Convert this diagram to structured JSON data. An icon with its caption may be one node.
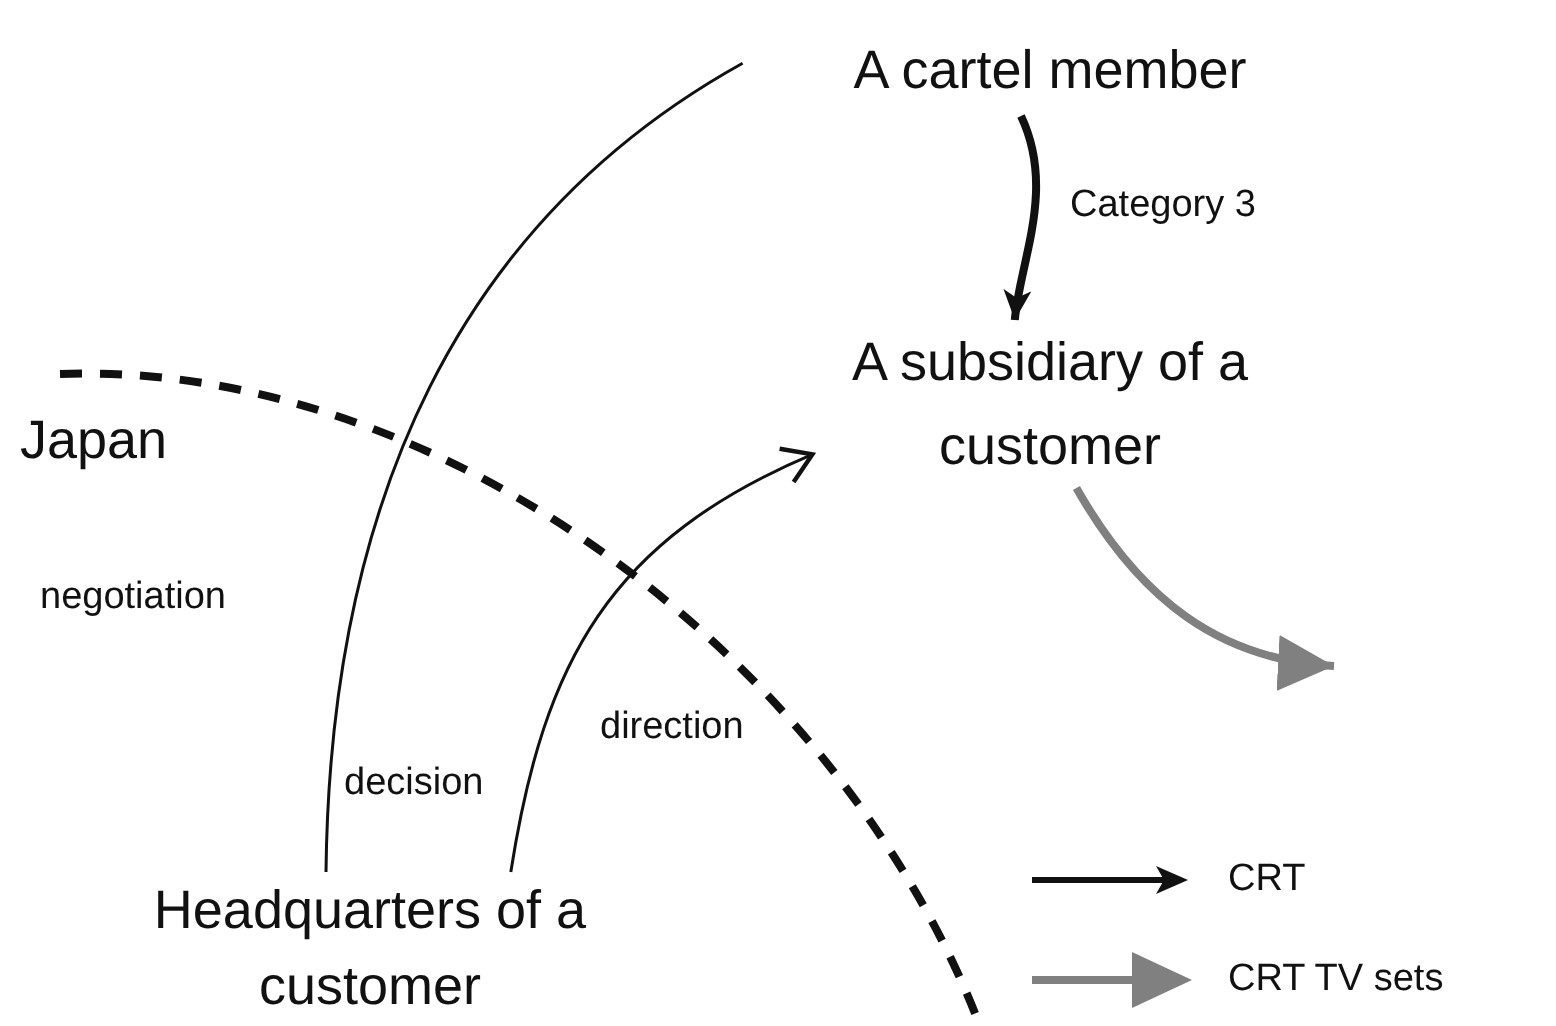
{
  "diagram": {
    "nodes": [
      {
        "text": [
          "A cartel member"
        ]
      },
      {
        "text": [
          "A subsidiary of a customer"
        ]
      },
      {
        "text": [
          "Headquarters of a customer"
        ]
      }
    ],
    "edges": [
      {
        "from": 0,
        "to": 1,
        "arrow": "to",
        "label": "Category 3",
        "style": "thick"
      },
      {
        "from": 2,
        "to": 0,
        "arrow": "none",
        "label": "negotiation"
      },
      {
        "from": 2,
        "to": 1,
        "arrow": "to",
        "label": "direction"
      },
      {
        "from": 1,
        "to": null,
        "arrow": "to",
        "style": "thick",
        "color": "#808080"
      }
    ],
    "labels": [
      "Japan",
      "decision"
    ],
    "legend": [
      {
        "text": "CRT"
      },
      {
        "text": "CRT TV sets"
      }
    ]
  }
}
